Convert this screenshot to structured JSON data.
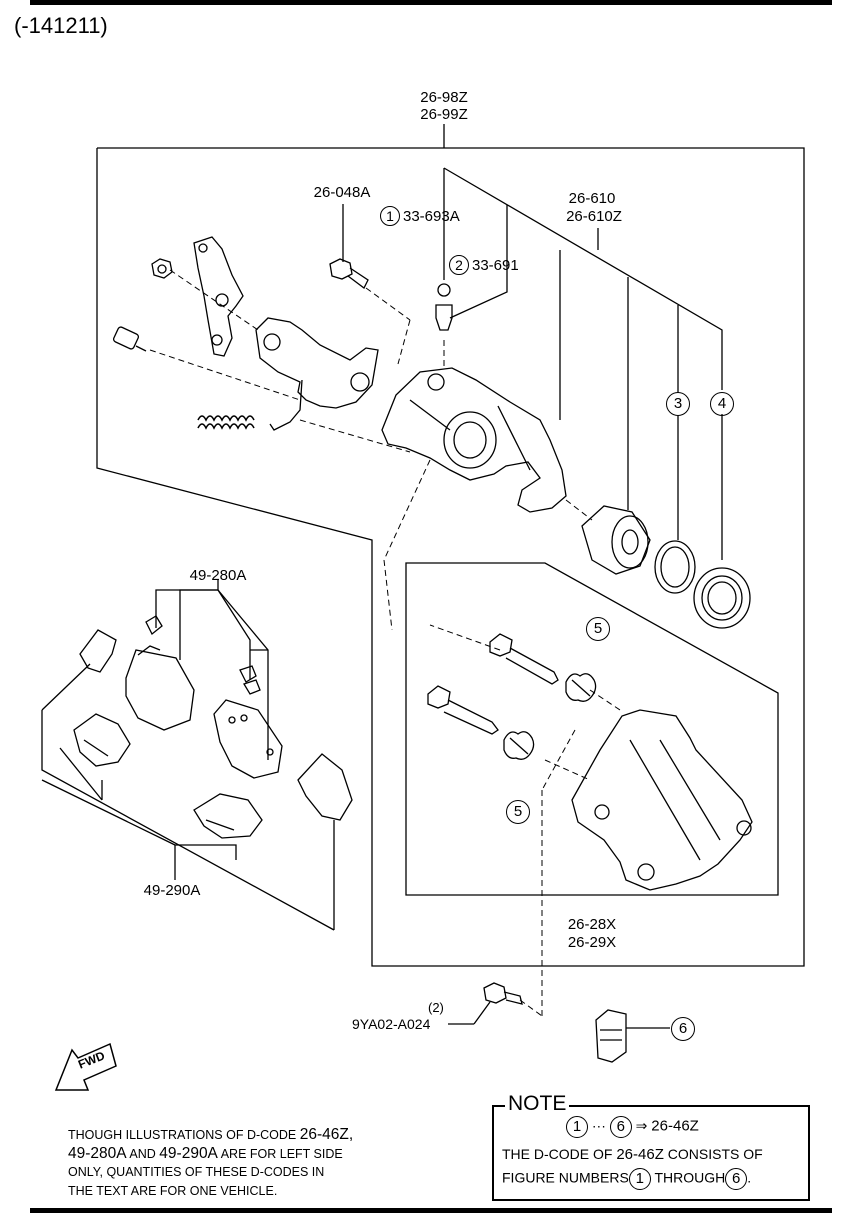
{
  "header": {
    "code": "(-141211)"
  },
  "parts": {
    "caliper_assy_l1": "26-98Z",
    "caliper_assy_l2": "26-99Z",
    "bolt": "26-048A",
    "c1_num": "1",
    "c1_part": "33-693A",
    "c2_num": "2",
    "c2_part": "33-691",
    "piston_l1": "26-610",
    "piston_l2": "26-610Z",
    "c3": "3",
    "c4": "4",
    "c5a": "5",
    "c5b": "5",
    "c6": "6",
    "pads": "49-280A",
    "shims": "49-290A",
    "bracket_l1": "26-28X",
    "bracket_l2": "26-29X",
    "mount_qty": "(2)",
    "mount_bolt": "9YA02-A024",
    "fwd": "FWD"
  },
  "note": {
    "title": "NOTE",
    "line1_from": "1",
    "line1_dots": "···",
    "line1_to": "6",
    "line1_arrow": "⇒",
    "line1_code": "26-46Z",
    "line2_a": "THE D-CODE OF",
    "line2_code": "26-46Z",
    "line2_b": "CONSISTS OF",
    "line3_a": "FIGURE NUMBERS",
    "line3_from": "1",
    "line3_mid": "THROUGH",
    "line3_to": "6",
    "line3_end": "."
  },
  "disclaimer": {
    "l1_a": "THOUGH ILLUSTRATIONS OF D-CODE",
    "l1_code": "26-46Z,",
    "l2_codes": "49-280A",
    "l2_and": "AND",
    "l2_code2": "49-290A",
    "l2_rest": "ARE FOR LEFT SIDE",
    "l3": "ONLY, QUANTITIES OF THESE D-CODES IN",
    "l4": "THE TEXT ARE FOR ONE VEHICLE."
  }
}
